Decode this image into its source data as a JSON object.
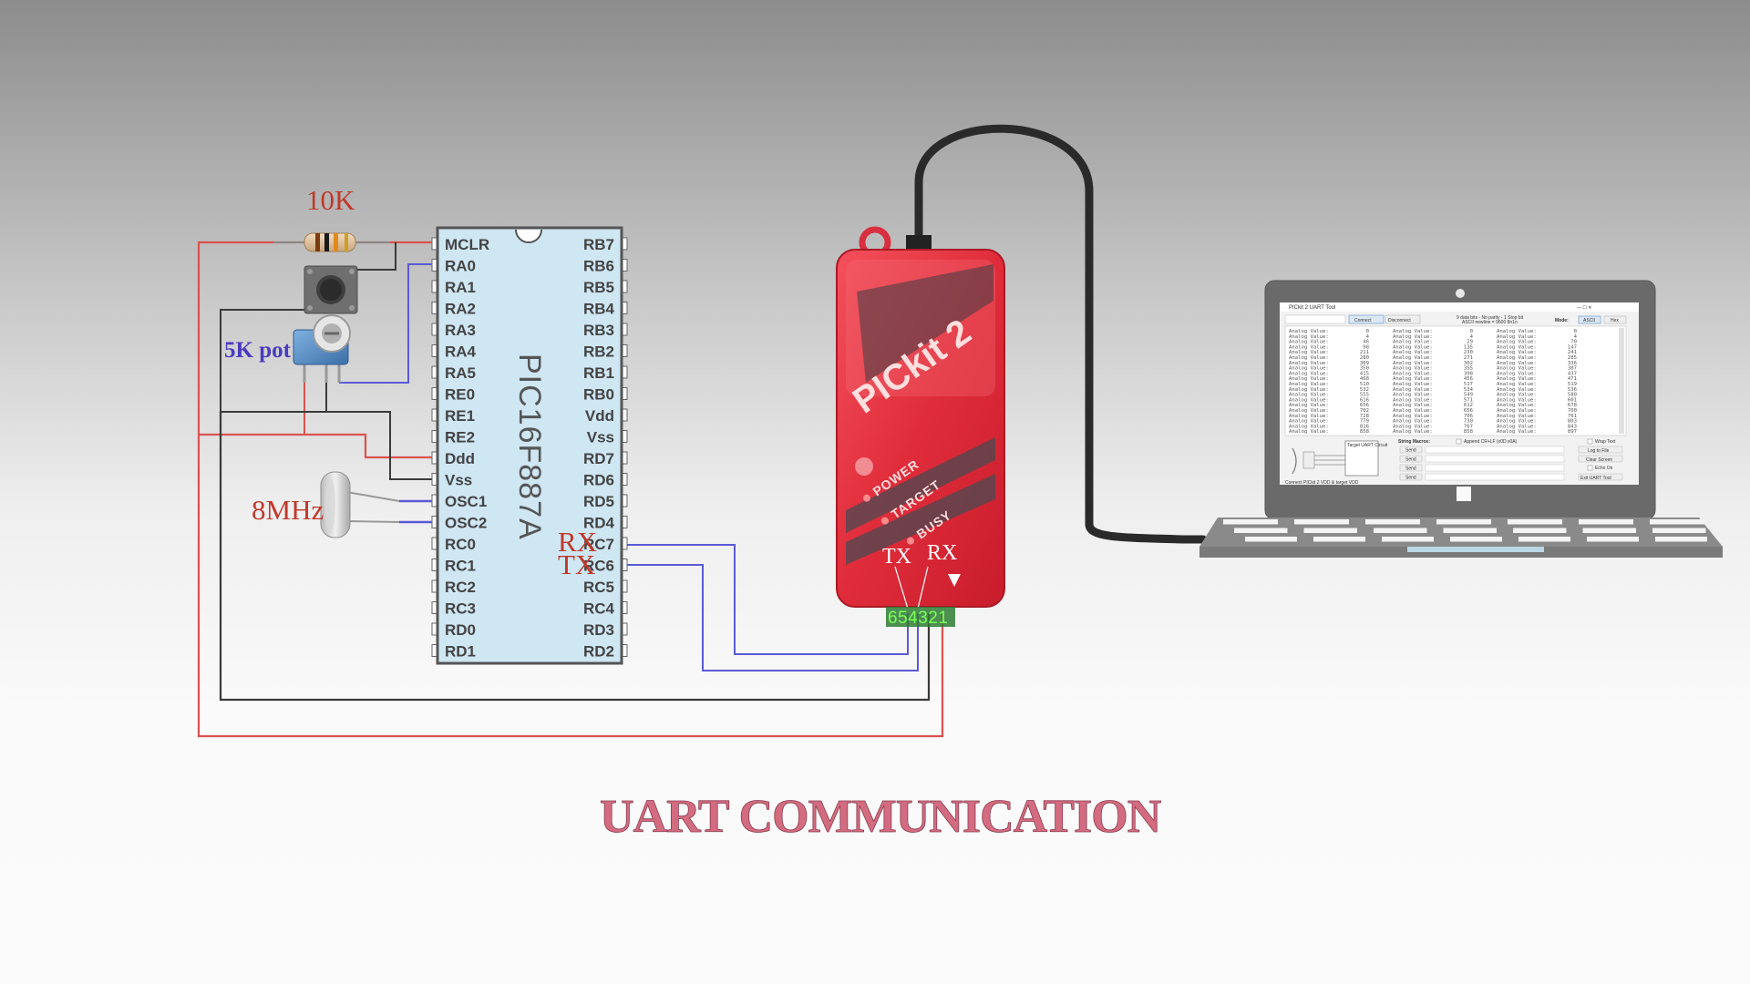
{
  "title": "UART COMMUNICATION",
  "components": {
    "resistor_label": "10K",
    "pot_label": "5K pot",
    "crystal_label": "8MHz"
  },
  "mcu": {
    "name": "PIC16F887A",
    "left_pins": [
      "MCLR",
      "RA0",
      "RA1",
      "RA2",
      "RA3",
      "RA4",
      "RA5",
      "RE0",
      "RE1",
      "RE2",
      "Ddd",
      "Vss",
      "OSC1",
      "OSC2",
      "RC0",
      "RC1",
      "RC2",
      "RC3",
      "RD0",
      "RD1"
    ],
    "right_pins": [
      "RB7",
      "RB6",
      "RB5",
      "RB4",
      "RB3",
      "RB2",
      "RB1",
      "RB0",
      "Vdd",
      "Vss",
      "RD7",
      "RD6",
      "RD5",
      "RD4",
      "RC7",
      "RC6",
      "RC5",
      "RC4",
      "RD3",
      "RD2"
    ],
    "rx_label": "RX",
    "tx_label": "TX"
  },
  "programmer": {
    "brand": "PICkit 2",
    "led_power": "POWER",
    "led_target": "TARGET",
    "led_busy": "BUSY",
    "tx_label": "TX",
    "rx_label": "RX",
    "pin_numbers": "654321"
  },
  "laptop_screen": {
    "window_title": "PICkit 2 UART Tool",
    "connect_button": "Connect",
    "disconnect_button": "Disconnect",
    "settings_text": "9 data bits - No parity - 1 Stop bit",
    "settings_text2": "ASCII newline = 9600 8n1n",
    "mode_label": "Mode:",
    "mode_ascii": "ASCII",
    "mode_hex": "Hex",
    "log_label": "Analog Value:",
    "log_columns": [
      [
        "0",
        "4",
        "46",
        "98",
        "211",
        "280",
        "309",
        "350",
        "415",
        "468",
        "510",
        "532",
        "555",
        "616",
        "656",
        "702",
        "728",
        "779",
        "816",
        "858"
      ],
      [
        "0",
        "4",
        "29",
        "135",
        "230",
        "271",
        "302",
        "355",
        "398",
        "456",
        "517",
        "534",
        "549",
        "571",
        "612",
        "656",
        "706",
        "730",
        "767",
        "858"
      ],
      [
        "0",
        "4",
        "70",
        "147",
        "241",
        "285",
        "336",
        "387",
        "437",
        "471",
        "519",
        "536",
        "580",
        "601",
        "678",
        "700",
        "761",
        "803",
        "843",
        "897"
      ]
    ],
    "macros_label": "String Macros:",
    "append_label": "Append CR+LF (x0D x0A)",
    "send_label": "Send",
    "wrap_text": "Wrap Text",
    "log_to_file": "Log to File",
    "clear_screen": "Clear Screen",
    "echo_on": "Echo On",
    "exit_tool": "Exit UART Tool",
    "target_circuit": "Target UART Circuit",
    "footer_text": "Connect PICkit 2 VDD & target VDD"
  },
  "colors": {
    "wire_red": "#d9534f",
    "wire_blue": "#5a5ad6",
    "wire_dark": "#3a3a3a",
    "chip_fill": "#cfe6f3",
    "pickit_red": "#e0303c",
    "title": "#d36c80"
  }
}
